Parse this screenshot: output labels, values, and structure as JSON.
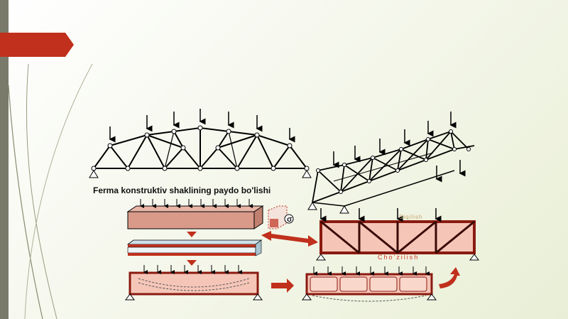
{
  "caption": "Ferma konstruktiv shaklining paydo bo'lishi",
  "label_compression": "Siqilish",
  "label_tension": "Cho'zilish",
  "sigma_symbol": "σ",
  "colors": {
    "accent_red": "#c0301c",
    "panel_pink": "#f5c6b8",
    "beam_fill": "#d99a8a",
    "truss_line": "#000000"
  }
}
